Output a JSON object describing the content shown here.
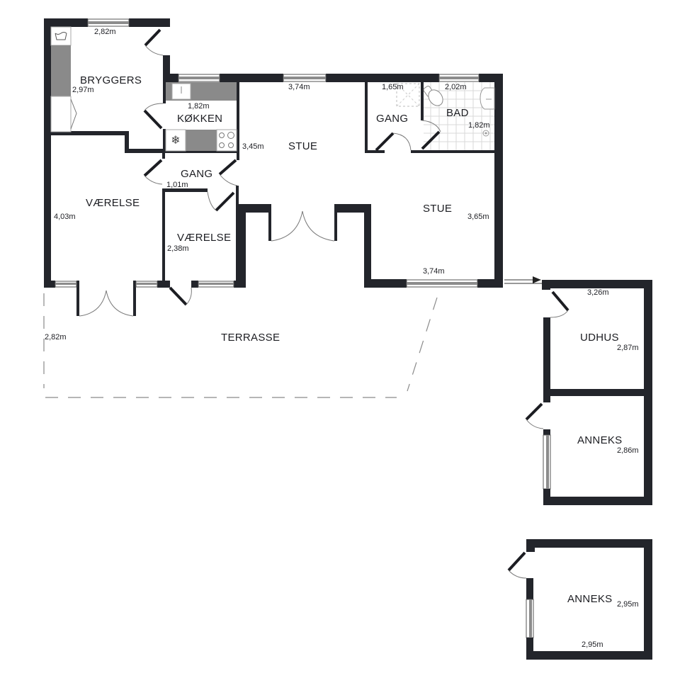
{
  "plan": {
    "rooms": [
      {
        "id": "bryggers",
        "label": "BRYGGERS",
        "dimension": "2,97m",
        "top_dimension": "2,82m"
      },
      {
        "id": "kokken",
        "label": "KØKKEN",
        "dimension": "1,82m"
      },
      {
        "id": "stue_main",
        "label": "STUE",
        "dimension": "3,45m",
        "top_dimension": "3,74m"
      },
      {
        "id": "gang_bath",
        "label": "GANG",
        "dimension": "1,65m"
      },
      {
        "id": "bad",
        "label": "BAD",
        "dimension": "1,82m",
        "top_dimension": "2,02m"
      },
      {
        "id": "gang_hall",
        "label": "GANG",
        "dimension": "1,01m"
      },
      {
        "id": "vaerelse_large",
        "label": "VÆRELSE",
        "dimension": "4,03m"
      },
      {
        "id": "vaerelse_small",
        "label": "VÆRELSE",
        "dimension": "2,38m"
      },
      {
        "id": "stue_right",
        "label": "STUE",
        "dimension": "3,65m",
        "bottom_dimension": "3,74m"
      },
      {
        "id": "terrasse",
        "label": "TERRASSE",
        "dimension": "2,82m"
      },
      {
        "id": "udhus",
        "label": "UDHUS",
        "dimension": "2,87m",
        "top_dimension": "3,26m"
      },
      {
        "id": "anneks_1",
        "label": "ANNEKS",
        "dimension": "2,86m"
      },
      {
        "id": "anneks_2",
        "label": "ANNEKS",
        "dimension": "2,95m",
        "bottom_dimension": "2,95m"
      }
    ],
    "colors": {
      "wall": "#23252b",
      "counter": "#8a8a8a",
      "background": "#ffffff"
    }
  }
}
